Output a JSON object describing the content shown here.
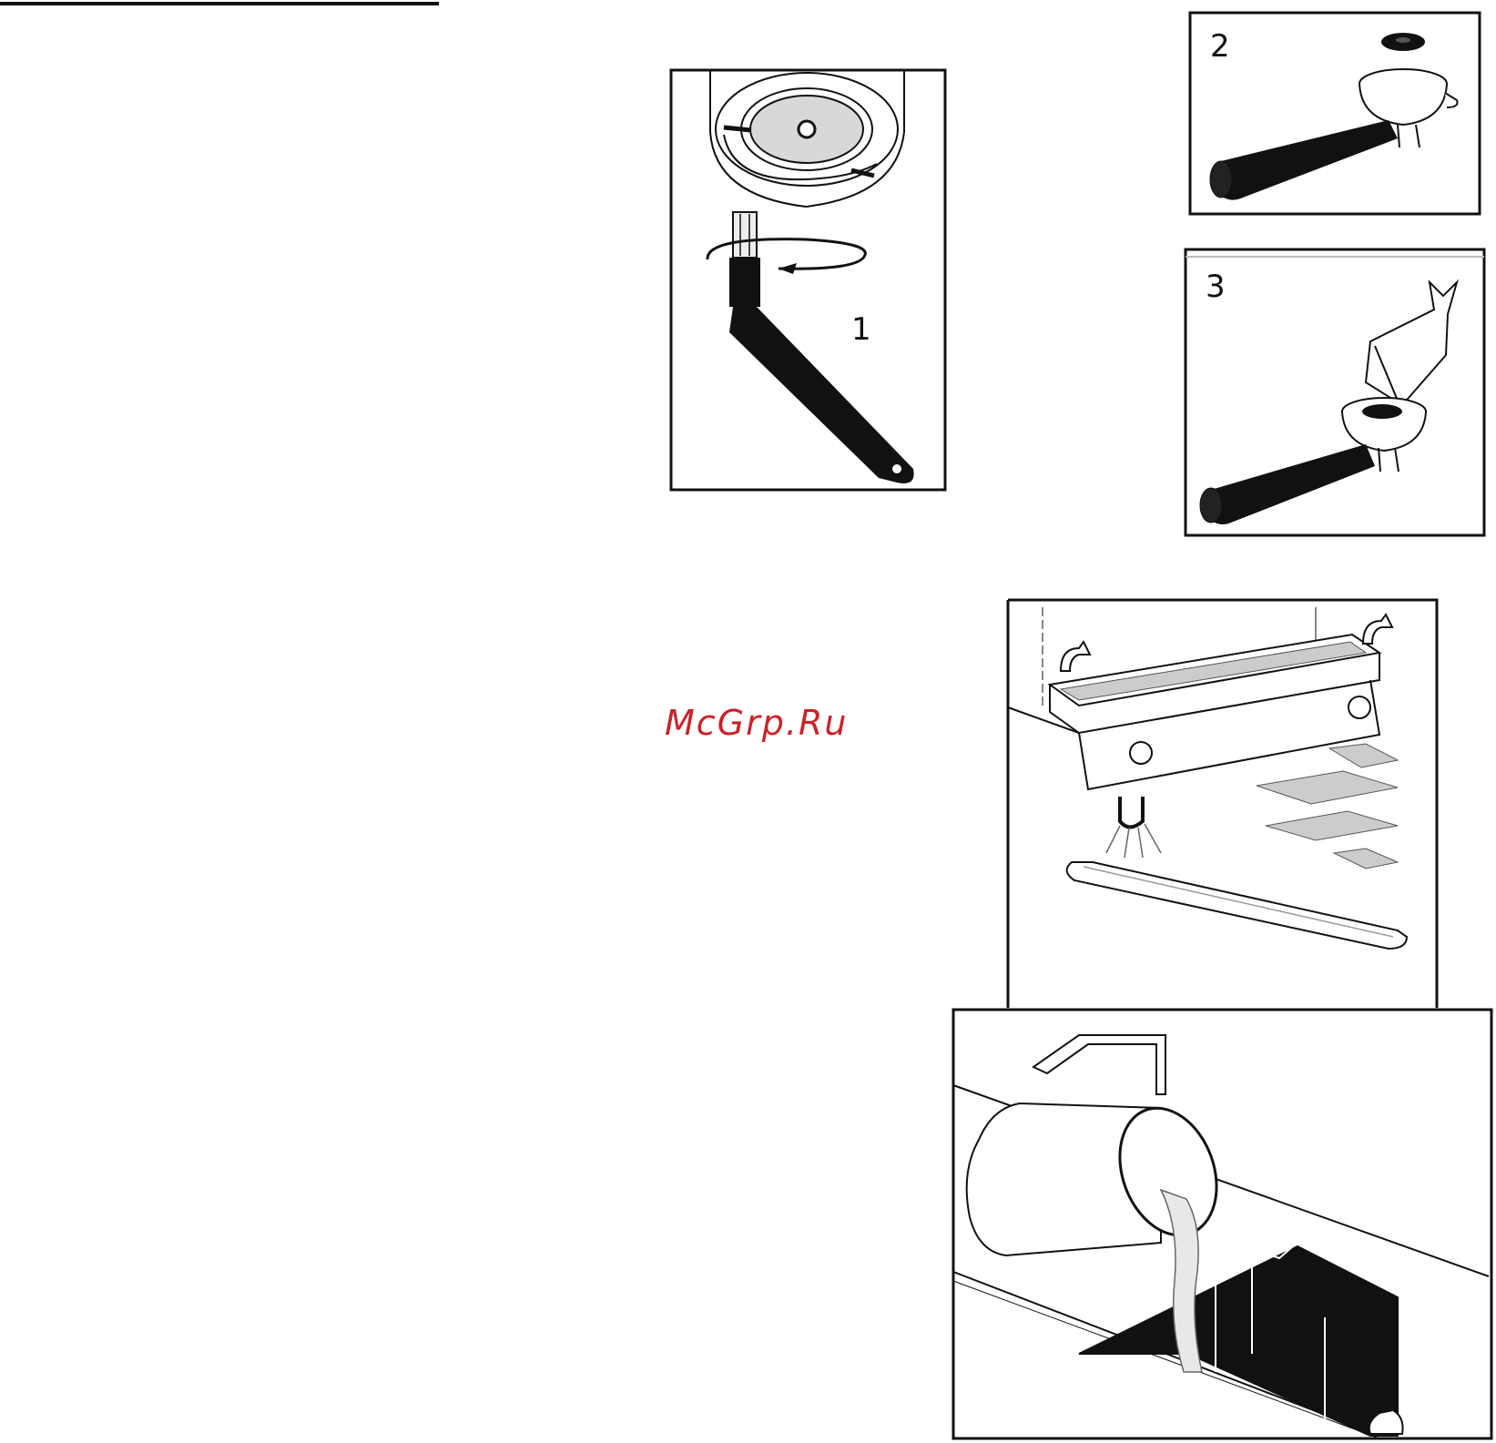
{
  "figures": {
    "fig1_label": "1",
    "fig2_label": "2",
    "fig3_label": "3"
  },
  "watermark": "McGrp.Ru",
  "icons": {
    "fig1": "brush-cleaning-group-head-illustration",
    "fig2": "portafilter-filter-removal-illustration",
    "fig3": "portafilter-clip-tool-illustration",
    "fig4": "drip-tray-grid-removal-illustration",
    "fig5": "pouring-water-into-drip-tray-illustration"
  }
}
